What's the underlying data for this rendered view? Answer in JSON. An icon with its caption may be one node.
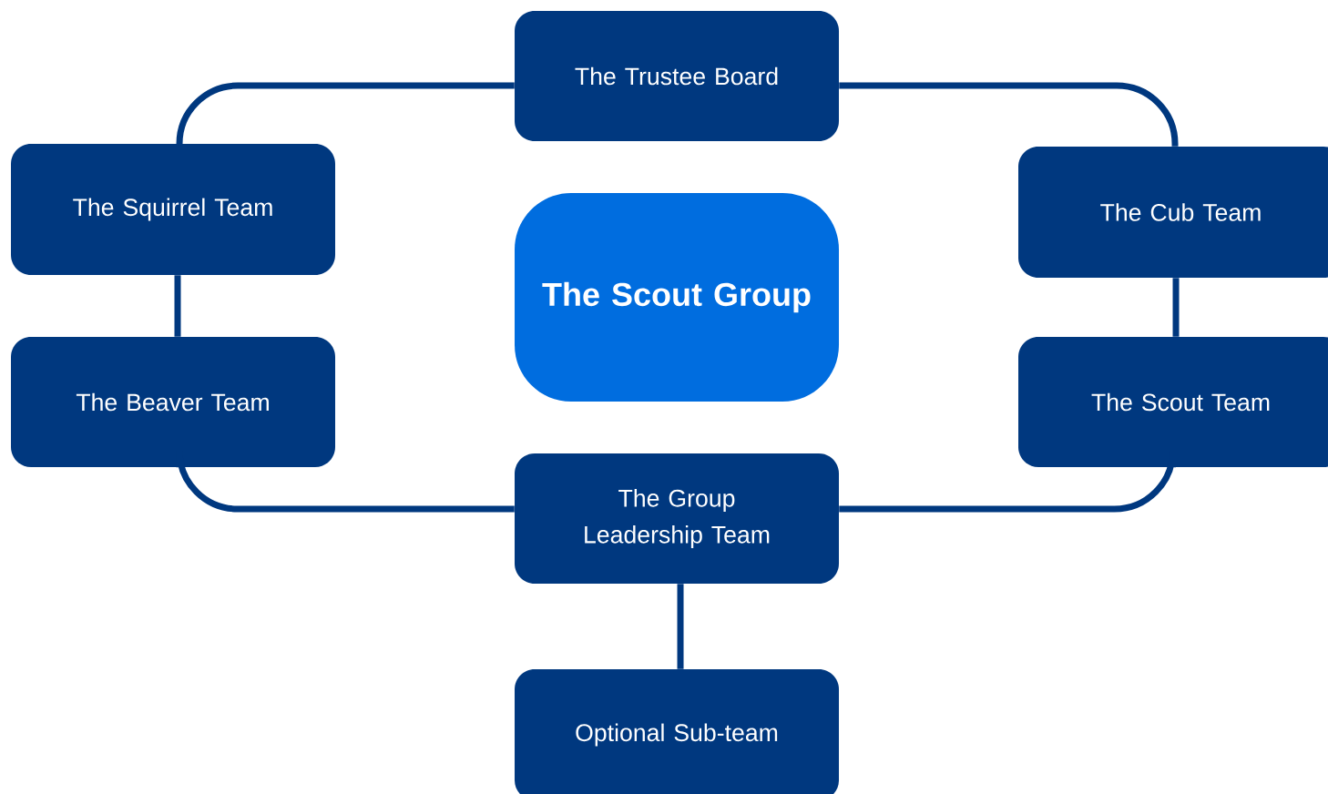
{
  "diagram": {
    "nodes": [
      {
        "text": [
          "The Trustee Board"
        ]
      },
      {
        "text": [
          "The Squirrel Team"
        ]
      },
      {
        "text": [
          "The Scout Group"
        ]
      },
      {
        "text": [
          "The Cub Team"
        ]
      },
      {
        "text": [
          "The Beaver Team"
        ]
      },
      {
        "text": [
          "The Scout Team"
        ]
      },
      {
        "text": [
          "The Group Leadership Team"
        ]
      },
      {
        "text": [
          "Optional Sub-team"
        ]
      }
    ],
    "edges": [
      {
        "from": 0,
        "to": 1,
        "arrow": "none"
      },
      {
        "from": 0,
        "to": 3,
        "arrow": "none"
      },
      {
        "from": 1,
        "to": 4,
        "arrow": "none"
      },
      {
        "from": 3,
        "to": 5,
        "arrow": "none"
      },
      {
        "from": 4,
        "to": 6,
        "arrow": "none"
      },
      {
        "from": 5,
        "to": 6,
        "arrow": "none"
      },
      {
        "from": 6,
        "to": 7,
        "arrow": "none"
      }
    ]
  }
}
